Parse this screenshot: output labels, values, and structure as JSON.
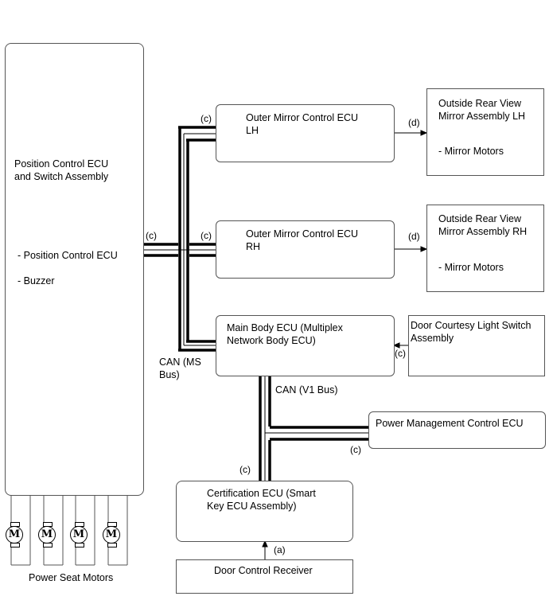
{
  "boxes": {
    "position_control": {
      "title": "Position Control ECU\nand Switch Assembly",
      "item1": "- Position Control ECU",
      "item2": "- Buzzer"
    },
    "outer_mirror_lh": {
      "title": "Outer Mirror Control ECU\nLH"
    },
    "outer_mirror_rh": {
      "title": "Outer Mirror Control ECU\nRH"
    },
    "mirror_assy_lh": {
      "title": "Outside Rear View\nMirror Assembly LH",
      "item": "- Mirror Motors"
    },
    "mirror_assy_rh": {
      "title": "Outside Rear View\nMirror Assembly RH",
      "item": "- Mirror Motors"
    },
    "main_body": {
      "title": "Main Body ECU (Multiplex\nNetwork Body ECU)"
    },
    "door_courtesy": {
      "title": "Door Courtesy Light Switch\nAssembly"
    },
    "power_mgmt": {
      "title": "Power Management Control ECU"
    },
    "certification": {
      "title": "Certification ECU (Smart\nKey ECU Assembly)"
    },
    "door_receiver": {
      "title": "Door Control Receiver"
    }
  },
  "labels": {
    "c_pos": "(c)",
    "c_lh": "(c)",
    "c_rh": "(c)",
    "d_lh": "(d)",
    "d_rh": "(d)",
    "c_door": "(c)",
    "c_power": "(c)",
    "c_cert": "(c)",
    "a_recv": "(a)",
    "can_ms": "CAN (MS\nBus)",
    "can_v1": "CAN (V1 Bus)",
    "seat_motors": "Power Seat Motors",
    "motor_symbol": "M"
  }
}
